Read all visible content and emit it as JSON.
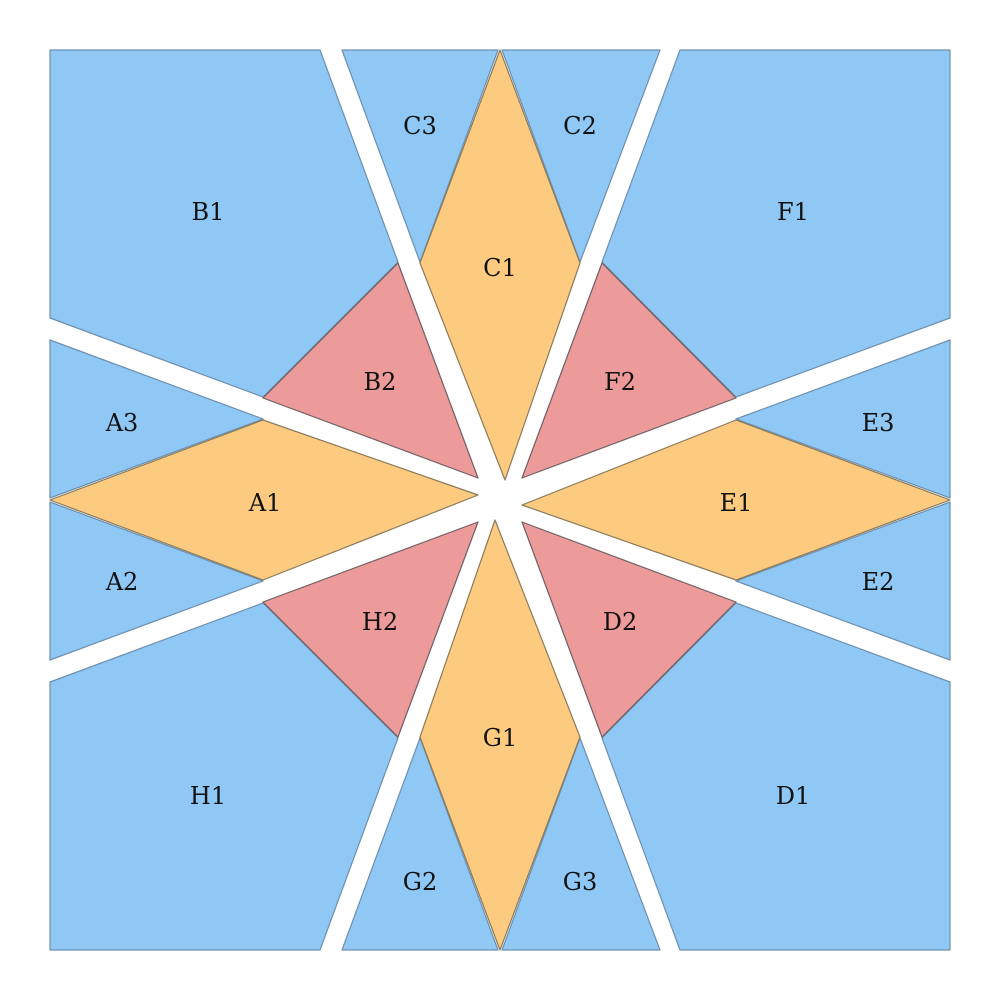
{
  "colors": {
    "blue": "#90c8f5",
    "orange": "#fdcb80",
    "red": "#ed9a9a",
    "background": "#ffffff"
  },
  "pieces": {
    "A1": {
      "label": "A1",
      "color": "orange"
    },
    "A2": {
      "label": "A2",
      "color": "blue"
    },
    "A3": {
      "label": "A3",
      "color": "blue"
    },
    "B1": {
      "label": "B1",
      "color": "blue"
    },
    "B2": {
      "label": "B2",
      "color": "red"
    },
    "C1": {
      "label": "C1",
      "color": "orange"
    },
    "C2": {
      "label": "C2",
      "color": "blue"
    },
    "C3": {
      "label": "C3",
      "color": "blue"
    },
    "D1": {
      "label": "D1",
      "color": "blue"
    },
    "D2": {
      "label": "D2",
      "color": "red"
    },
    "E1": {
      "label": "E1",
      "color": "orange"
    },
    "E2": {
      "label": "E2",
      "color": "blue"
    },
    "E3": {
      "label": "E3",
      "color": "blue"
    },
    "F1": {
      "label": "F1",
      "color": "blue"
    },
    "F2": {
      "label": "F2",
      "color": "red"
    },
    "G1": {
      "label": "G1",
      "color": "orange"
    },
    "G2": {
      "label": "G2",
      "color": "blue"
    },
    "G3": {
      "label": "G3",
      "color": "blue"
    },
    "H1": {
      "label": "H1",
      "color": "blue"
    },
    "H2": {
      "label": "H2",
      "color": "red"
    }
  }
}
